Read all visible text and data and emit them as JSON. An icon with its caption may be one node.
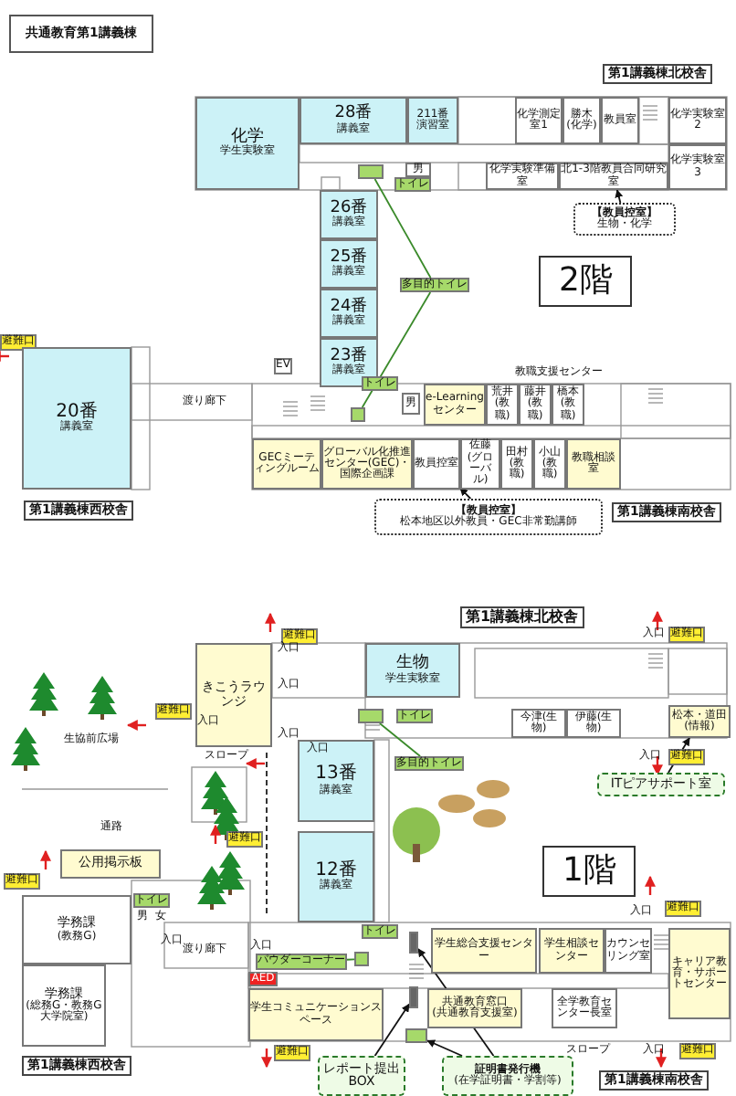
{
  "diagram": {
    "title": "共通教育第1講義棟",
    "nodes": [
      {
        "text": [
          "化学",
          "学生実験室"
        ]
      },
      {
        "text": [
          "28番",
          "講義室"
        ]
      },
      {
        "text": [
          "211番",
          "演習室"
        ]
      },
      {
        "text": [
          "化学測定室1"
        ]
      },
      {
        "text": [
          "勝木(化学)"
        ]
      },
      {
        "text": [
          "教員室"
        ]
      },
      {
        "text": [
          "化学実験室2"
        ]
      },
      {
        "text": [
          "化学実験室3"
        ]
      },
      {
        "text": [
          "男"
        ]
      },
      {
        "text": [
          "化学実験準備室"
        ]
      },
      {
        "text": [
          "北1-3階教員合同研究室"
        ]
      },
      {
        "text": [
          "トイレ"
        ]
      },
      {
        "text": [],
        "shape": "box"
      },
      {
        "text": [
          "26番",
          "講義室"
        ]
      },
      {
        "text": [
          "25番",
          "講義室"
        ]
      },
      {
        "text": [
          "24番",
          "講義室"
        ]
      },
      {
        "text": [
          "23番",
          "講義室"
        ]
      },
      {
        "text": [
          "多目的トイレ"
        ]
      },
      {
        "text": [
          "トイレ"
        ]
      },
      {
        "text": [],
        "shape": "box"
      },
      {
        "text": [
          "男"
        ]
      },
      {
        "text": [
          "e-Learningセンター"
        ]
      },
      {
        "text": [
          "荒井(教職)"
        ]
      },
      {
        "text": [
          "藤井(教職)"
        ]
      },
      {
        "text": [
          "橋本(教職)"
        ]
      },
      {
        "text": [
          "避難口"
        ]
      },
      {
        "text": [
          "20番",
          "講義室"
        ]
      },
      {
        "text": [
          "EV"
        ]
      },
      {
        "text": [
          "GECミーティングルーム"
        ]
      },
      {
        "text": [
          "グローバル化推進センター(GEC)・国際企画課"
        ]
      },
      {
        "text": [
          "教員控室"
        ]
      },
      {
        "text": [
          "佐藤(グローバル)"
        ]
      },
      {
        "text": [
          "田村(教職)"
        ]
      },
      {
        "text": [
          "小山(教職)"
        ]
      },
      {
        "text": [
          "教職相談室"
        ]
      },
      {
        "text": [
          "【教員控室】",
          "生物・化学"
        ]
      },
      {
        "text": [
          "【教員控室】",
          "松本地区以外教員・GEC非常勤講師"
        ]
      },
      {
        "text": [
          "避難口"
        ]
      },
      {
        "text": [
          "避難口"
        ]
      },
      {
        "text": [
          "生物",
          "学生実験室"
        ]
      },
      {
        "text": [
          "きこうラウンジ"
        ]
      },
      {
        "text": [
          "避難口"
        ]
      },
      {
        "text": [],
        "shape": "box"
      },
      {
        "text": [
          "トイレ"
        ]
      },
      {
        "text": [
          "今津(生物)"
        ]
      },
      {
        "text": [
          "伊藤(生物)"
        ]
      },
      {
        "text": [
          "松本・道田(情報)"
        ]
      },
      {
        "text": [
          "避難口"
        ]
      },
      {
        "text": [
          "多目的トイレ"
        ]
      },
      {
        "text": [
          "ITピアサポート室"
        ]
      },
      {
        "text": [
          "13番",
          "講義室"
        ]
      },
      {
        "text": [
          "避難口"
        ]
      },
      {
        "text": [
          "公用掲示板"
        ]
      },
      {
        "text": [
          "12番",
          "講義室"
        ]
      },
      {
        "text": [
          "避難口"
        ]
      },
      {
        "text": [
          "トイレ"
        ]
      },
      {
        "text": [
          "学務課",
          "(教務G)"
        ]
      },
      {
        "text": [
          "トイレ"
        ]
      },
      {
        "text": [],
        "shape": "box"
      },
      {
        "text": [
          "学生総合支援センター"
        ]
      },
      {
        "text": [
          "学生相談センター"
        ]
      },
      {
        "text": [
          "カウンセリング室"
        ]
      },
      {
        "text": [
          "パウダーコーナー"
        ]
      },
      {
        "text": [],
        "shape": "box"
      },
      {
        "text": [
          "AED"
        ]
      },
      {
        "text": [
          "キャリア教育・サポートセンター"
        ]
      },
      {
        "text": [
          "学務課",
          "(総務G・教務G大学院室)"
        ]
      },
      {
        "text": [
          "学生コミュニケーションスペース"
        ]
      },
      {
        "text": [
          "共通教育窓口",
          "(共通教育支援室)"
        ]
      },
      {
        "text": [
          "全学教育センター長室"
        ]
      },
      {
        "text": [],
        "shape": "box"
      },
      {
        "text": [],
        "shape": "box"
      },
      {
        "text": [
          "避難口"
        ]
      },
      {
        "text": [
          "避難口"
        ]
      },
      {
        "text": [
          "避難口"
        ]
      },
      {
        "text": [
          "レポート提出BOX"
        ]
      },
      {
        "text": [
          "証明書発行機",
          "(在学証明書・学割等)"
        ]
      }
    ],
    "edges": [
      {
        "from": 35,
        "to": 10,
        "arrow": "to"
      },
      {
        "from": 17,
        "to": 12,
        "arrow": "none",
        "color": "#3a8a2a"
      },
      {
        "from": 17,
        "to": 19,
        "arrow": "none",
        "color": "#3a8a2a"
      },
      {
        "from": 36,
        "to": 30,
        "arrow": "to"
      },
      {
        "from": 49,
        "to": 46,
        "arrow": "to"
      },
      {
        "from": 48,
        "to": 42,
        "arrow": "none",
        "color": "#3a8a2a"
      },
      {
        "from": 62,
        "to": 63,
        "arrow": "none",
        "color": "#3a8a2a"
      },
      {
        "from": 75,
        "to": 70,
        "arrow": "to"
      },
      {
        "from": 76,
        "to": 58,
        "arrow": "to"
      },
      {
        "from": 76,
        "to": 71,
        "arrow": "to"
      }
    ],
    "labels": [
      "第1講義棟北校舎",
      "2階",
      "教職支援センター",
      "渡り廊下",
      "第1講義棟西校舎",
      "第1講義棟南校舎",
      "第1講義棟北校舎",
      "入口",
      "入口",
      "入口",
      "入口",
      "入口",
      "入口",
      "生協前広場",
      "スロープ",
      "入口",
      "通路",
      "1階",
      "男",
      "女",
      "入口",
      "渡り廊下",
      "入口",
      "入口",
      "スロープ",
      "入口",
      "第1講義棟西校舎",
      "第1講義棟南校舎"
    ]
  }
}
